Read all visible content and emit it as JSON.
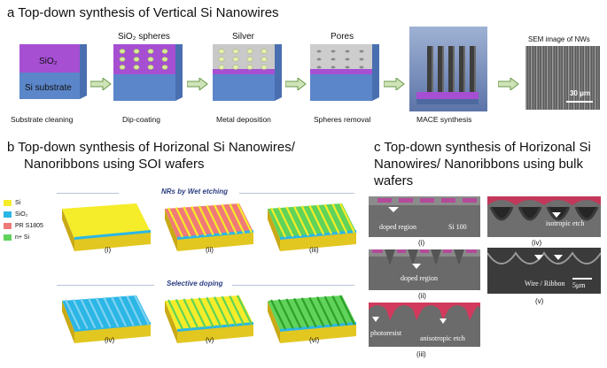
{
  "panel_a": {
    "title": "a  Top-down synthesis of Vertical Si Nanowires",
    "labels_top": {
      "sio2": "SiO₂",
      "si_substrate": "Si substrate",
      "spheres": "SiO₂ spheres",
      "silver": "Silver",
      "pores": "Pores",
      "sem_title": "SEM image of NWs",
      "scale": "30 μm"
    },
    "steps": [
      "Substrate cleaning",
      "Dip-coating",
      "Metal deposition",
      "Spheres removal",
      "MACE synthesis"
    ]
  },
  "panel_b": {
    "title_line1": "b  Top-down synthesis of Horizonal Si Nanowires/",
    "title_line2": "Nanoribbons using SOI wafers",
    "legend": [
      {
        "label": "Si",
        "color": "#f5ec2a"
      },
      {
        "label": "SiO₂",
        "color": "#2bb6e6"
      },
      {
        "label": "PR S1805",
        "color": "#f07a78"
      },
      {
        "label": "n+ Si",
        "color": "#5fd35a"
      }
    ],
    "row1_title": "NRs by Wet etching",
    "row2_title": "Selective doping",
    "roman": [
      "(i)",
      "(ii)",
      "(iii)",
      "(iv)",
      "(v)",
      "(vi)"
    ]
  },
  "panel_c": {
    "title_line1": "c  Top-down synthesis of Horizonal Si",
    "title_line2": "Nanowires/ Nanoribbons using bulk",
    "title_line3": "wafers",
    "img1": {
      "doped": "doped region",
      "si": "Si 100",
      "roman": "(i)"
    },
    "img2": {
      "doped": "doped region",
      "roman": "(ii)"
    },
    "img3": {
      "photoresist": "photoresist",
      "etch": "anisotropic etch",
      "roman": "(iii)"
    },
    "img4": {
      "etch": "isotropic etch",
      "roman": "(iv)"
    },
    "img5": {
      "wire": "Wire / Ribbon",
      "scale": "5μm",
      "roman": "(v)"
    }
  }
}
